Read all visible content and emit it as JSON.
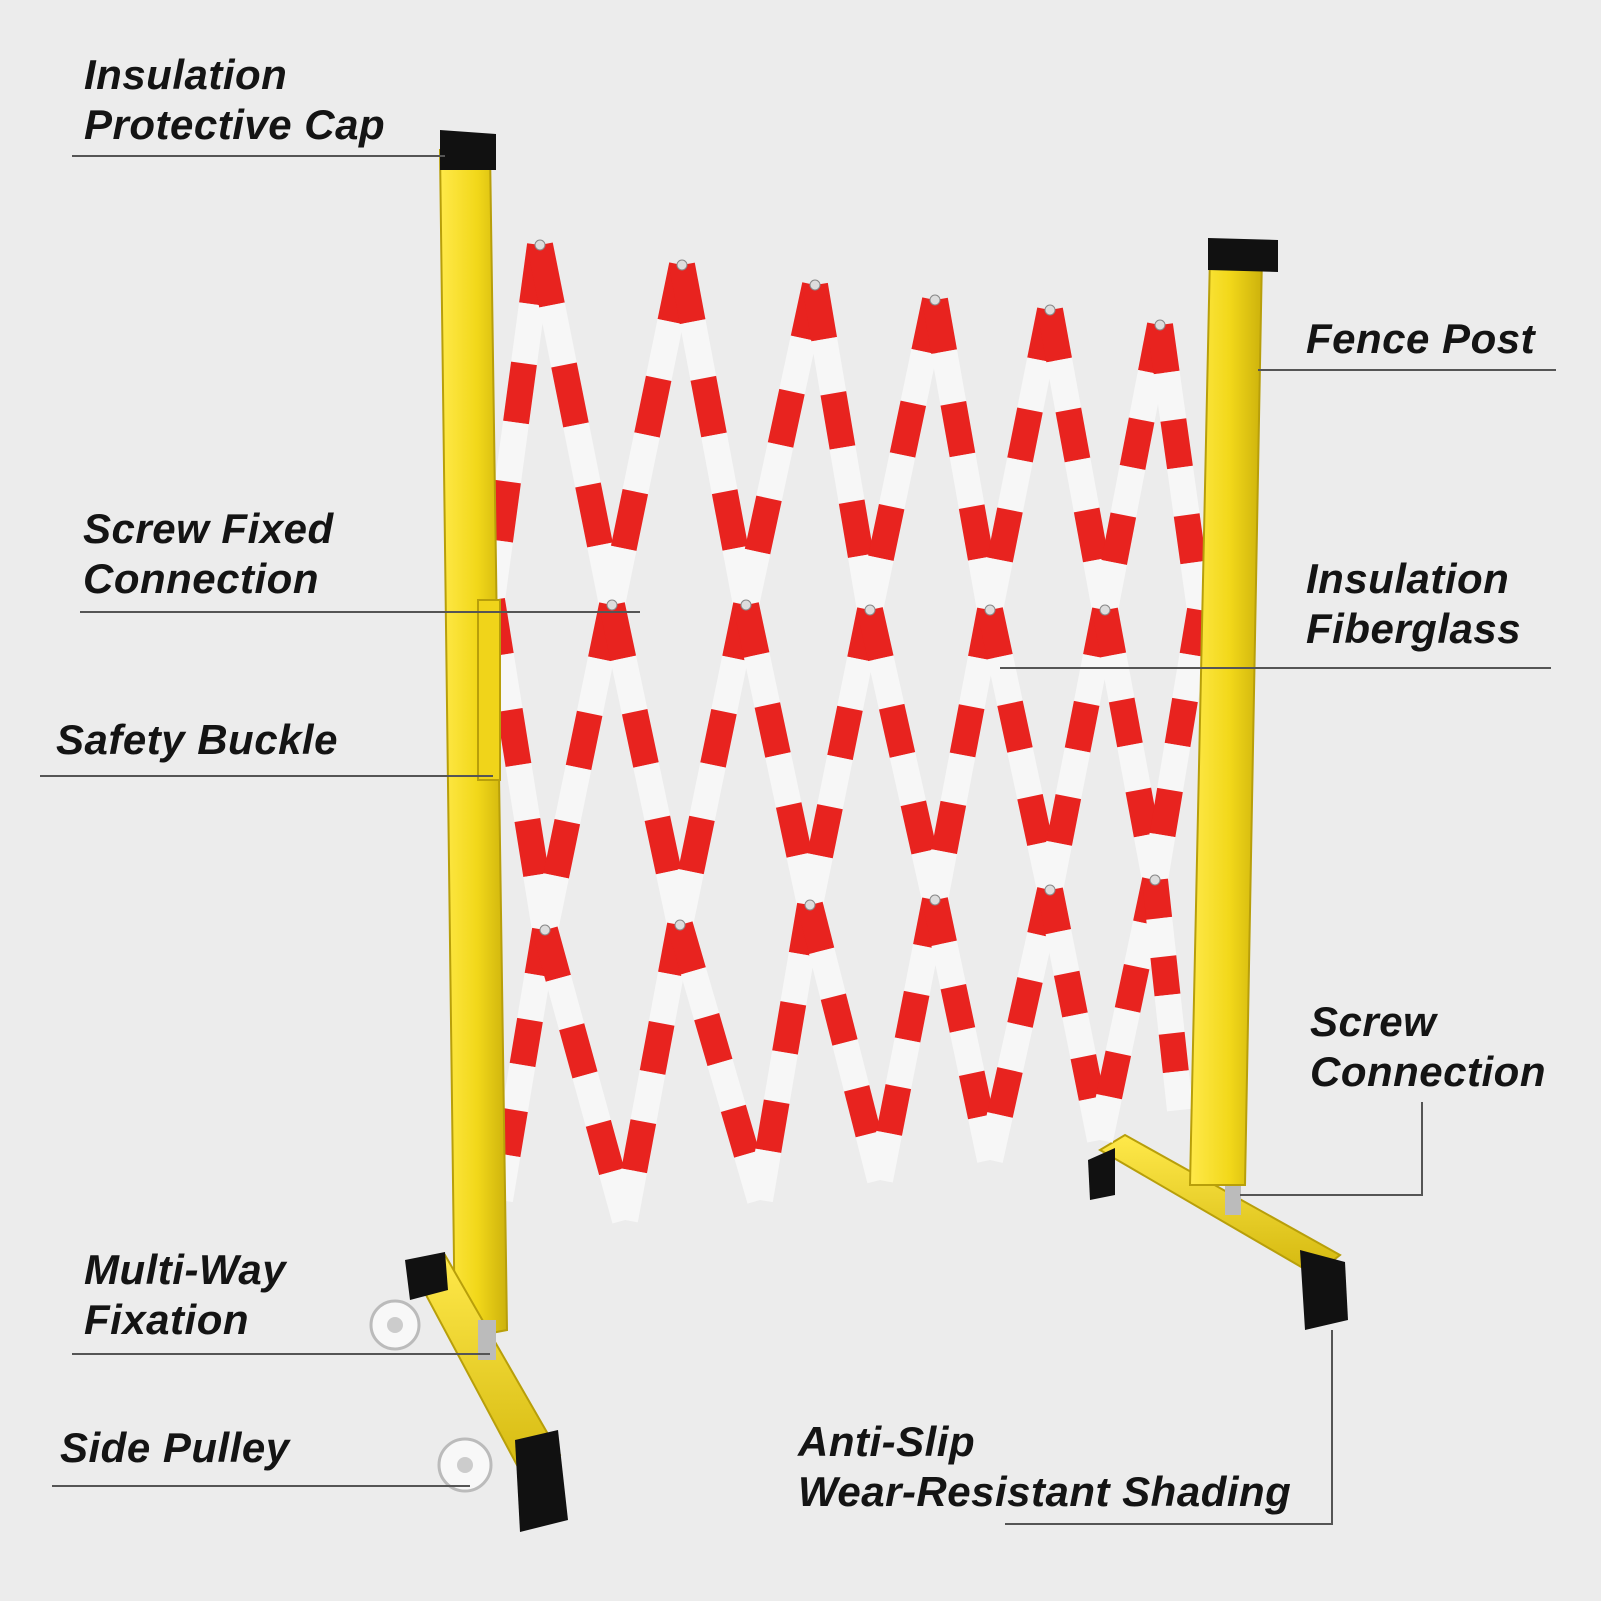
{
  "labels": {
    "insulation_cap": {
      "line1": "Insulation",
      "line2": "Protective Cap"
    },
    "fence_post": {
      "line1": "Fence Post"
    },
    "screw_fixed": {
      "line1": "Screw Fixed",
      "line2": "Connection"
    },
    "insulation_fiberglass": {
      "line1": "Insulation",
      "line2": "Fiberglass"
    },
    "safety_buckle": {
      "line1": "Safety Buckle"
    },
    "screw_connection": {
      "line1": "Screw",
      "line2": "Connection"
    },
    "multi_way": {
      "line1": "Multi-Way",
      "line2": "Fixation"
    },
    "side_pulley": {
      "line1": "Side Pulley"
    },
    "anti_slip": {
      "line1": "Anti-Slip",
      "line2": "Wear-Resistant Shading"
    }
  },
  "colors": {
    "background": "#ececec",
    "post_yellow": "#f2dc1c",
    "post_shadow": "#c9b20e",
    "bar_red": "#e8231f",
    "bar_white": "#f7f7f7",
    "cap_black": "#111111",
    "leader_line": "#555555"
  }
}
